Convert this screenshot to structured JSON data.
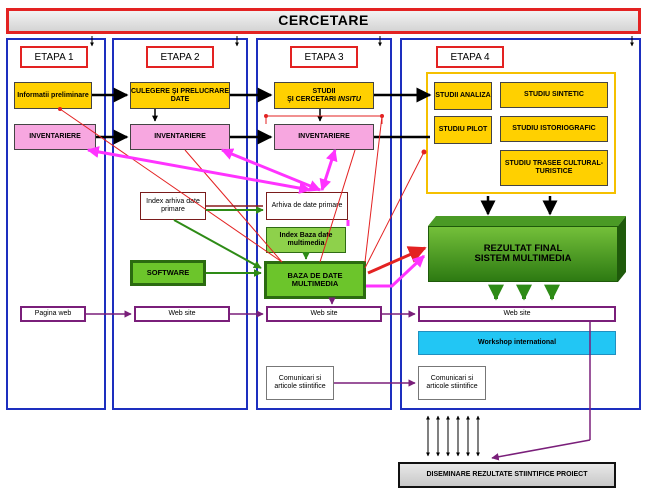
{
  "title": "CERCETARE",
  "stages": [
    "ETAPA 1",
    "ETAPA 2",
    "ETAPA 3",
    "ETAPA 4"
  ],
  "boxes": {
    "informatii": "Informatii preliminare",
    "culegere": "CULEGERE ŞI PRELUCRARE DATE",
    "studii_line1": "STUDII",
    "studii_line2": "ŞI CERCETARI",
    "studii_insitu": "INSITU",
    "inventariere": "INVENTARIERE",
    "index_arhiva": "Index arhiva date primare",
    "arhiva_date": "Arhiva de date primare",
    "index_baza": "Index Baza date multimedia",
    "software": "SOFTWARE",
    "baza_date": "BAZA DE DATE MULTIMEDIA",
    "pagina_web": "Pagina web",
    "web_site": "Web site",
    "comunicari": "Comunicari si articole stiintifice",
    "studii_analiza": "STUDII ANALIZA",
    "studiu_sintetic": "STUDIU SINTETIC",
    "studiu_pilot": "STUDIU PILOT",
    "studiu_istoriografic": "STUDIU ISTORIOGRAFIC",
    "studiu_trasee": "STUDIU TRASEE CULTURAL-TURISTICE",
    "rezultat": "REZULTAT FINAL SISTEM MULTIMEDIA",
    "workshop": "Workshop international",
    "diseminare": "DISEMINARE REZULTATE STIINTIFICE PROIECT"
  },
  "colors": {
    "frame_blue": "#1d2fbf",
    "title_red": "#e32222",
    "yellow": "#ffd000",
    "pink": "#f7a7e0",
    "green": "#6cc52b",
    "magenta": "#ff33ff",
    "purple": "#7a1f7a",
    "dark_red": "#8a1c1c",
    "cyan": "#22c6f4"
  }
}
